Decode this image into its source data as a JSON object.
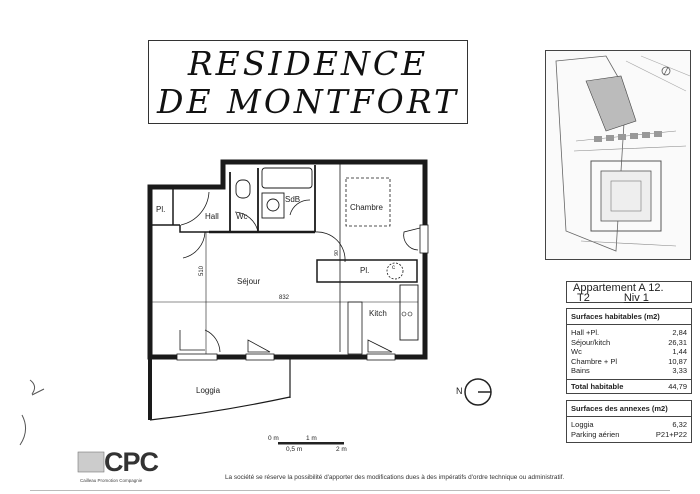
{
  "title": {
    "line1": "RESIDENCE",
    "line2": "DE MONTFORT"
  },
  "apartment": {
    "name": "Appartement A 12.",
    "type": "T2",
    "level": "Niv 1"
  },
  "surfaces_habitables": {
    "header": "Surfaces habitables (m2)",
    "rows": [
      {
        "label": "Hall +Pl.",
        "value": "2,84"
      },
      {
        "label": "Séjour/kitch",
        "value": "26,31"
      },
      {
        "label": "Wc",
        "value": "1,44"
      },
      {
        "label": "Chambre + Pl",
        "value": "10,87"
      },
      {
        "label": "Bains",
        "value": "3,33"
      }
    ],
    "total_label": "Total habitable",
    "total_value": "44,79"
  },
  "surfaces_annexes": {
    "header": "Surfaces des annexes (m2)",
    "rows": [
      {
        "label": "Loggia",
        "value": "6,32"
      },
      {
        "label": "Parking aérien",
        "value": "P21+P22"
      }
    ]
  },
  "plan": {
    "rooms": {
      "pl1": "Pl.",
      "hall": "Hall",
      "wc": "Wc",
      "sdb": "SdB",
      "chambre": "Chambre",
      "sejour": "Séjour",
      "pl2": "Pl.",
      "kitch": "Kitch",
      "loggia": "Loggia",
      "c": "c"
    },
    "dims": {
      "height": "510",
      "width": "832",
      "door": "90"
    }
  },
  "north": "N",
  "scale": {
    "zero": "0 m",
    "one": "1 m",
    "half": "0,5 m",
    "two": "2 m"
  },
  "logo": {
    "text": "CPC",
    "subtitle": "Cailleau Promotion Compagnie"
  },
  "disclaimer": "La société se réserve la possibilité d'apporter des modifications dues à des impératifs d'ordre technique ou administratif."
}
